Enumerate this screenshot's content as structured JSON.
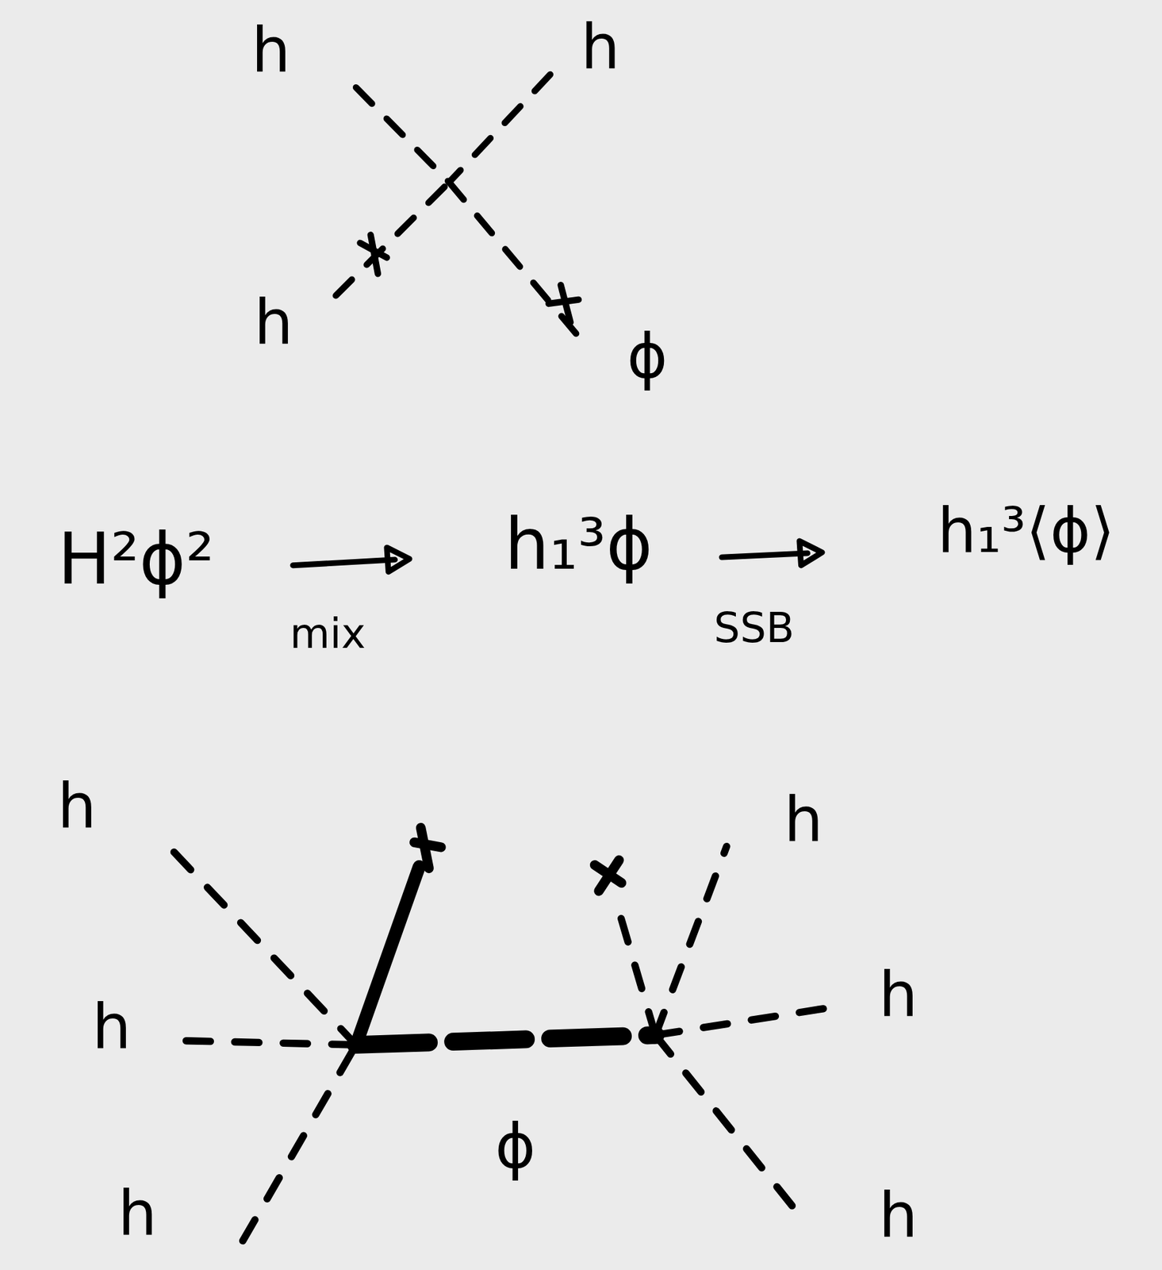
{
  "diagram": {
    "labels": [
      "h",
      "h",
      "h",
      "ϕ",
      "H²ϕ²",
      "mix",
      "h₁³ϕ",
      "SSB",
      "h₁³⟨ϕ⟩",
      "h",
      "h",
      "h",
      "h",
      "ϕ",
      "h",
      "h"
    ]
  }
}
